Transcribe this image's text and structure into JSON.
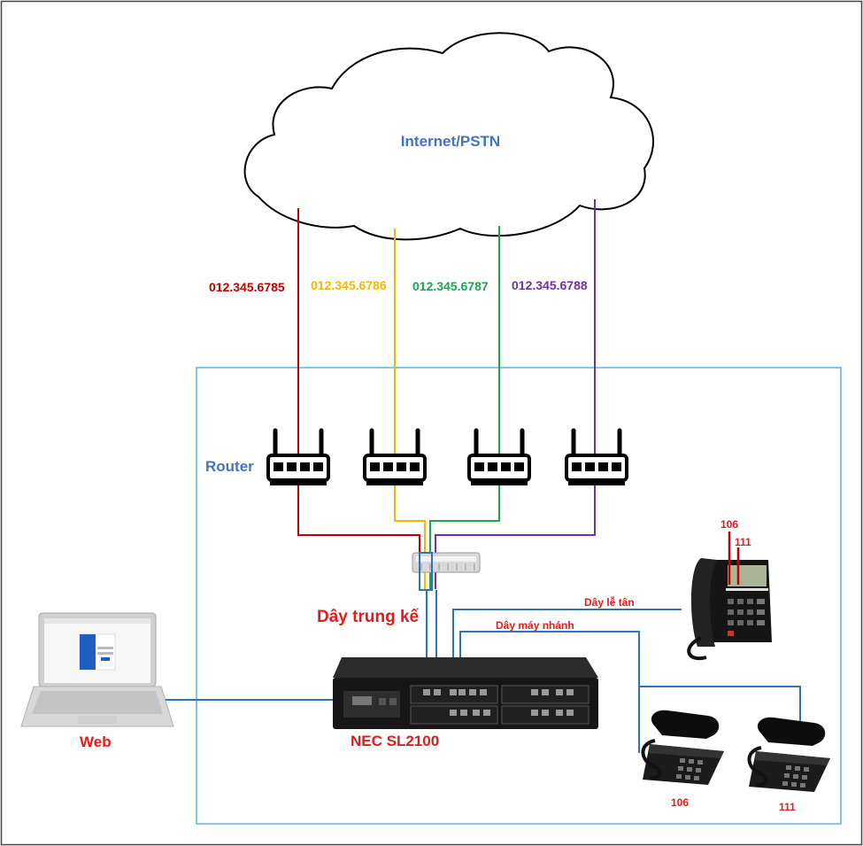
{
  "cloud": {
    "label": "Internet/PSTN"
  },
  "trunk_lines": [
    {
      "number": "012.345.6785",
      "color": "#c00000"
    },
    {
      "number": "012.345.6786",
      "color": "#f5b800"
    },
    {
      "number": "012.345.6787",
      "color": "#1aa64b"
    },
    {
      "number": "012.345.6788",
      "color": "#7030a0"
    }
  ],
  "labels": {
    "router": "Router",
    "trunk_cable": "Dây trung kế",
    "reception_cable": "Dây lễ tân",
    "extension_cable": "Dây máy nhánh",
    "pbx": "NEC SL2100",
    "web": "Web"
  },
  "reception_phone": {
    "ext_a": "106",
    "ext_b": "111"
  },
  "phones": [
    {
      "ext": "106"
    },
    {
      "ext": "111"
    }
  ],
  "colors": {
    "label_blue": "#4472c4",
    "label_red": "#e31b1b",
    "cable_blue": "#2e75b6",
    "frame_blue": "#5bb4e5"
  }
}
